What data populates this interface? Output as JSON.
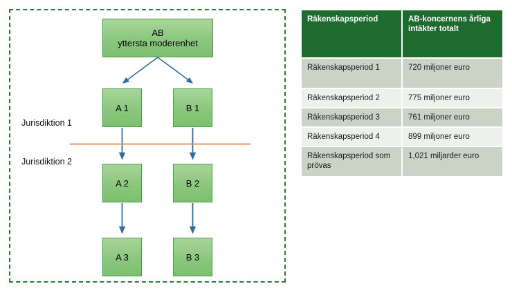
{
  "diagram": {
    "boundary_label": "jurisdiction-group-boundary",
    "nodes": [
      {
        "id": "ab",
        "line1": "AB",
        "line2": "yttersta moderenhet"
      },
      {
        "id": "a1",
        "line1": "A 1",
        "line2": ""
      },
      {
        "id": "b1",
        "line1": "B 1",
        "line2": ""
      },
      {
        "id": "a2",
        "line1": "A 2",
        "line2": ""
      },
      {
        "id": "b2",
        "line1": "B 2",
        "line2": ""
      },
      {
        "id": "a3",
        "line1": "A 3",
        "line2": ""
      },
      {
        "id": "b3",
        "line1": "B 3",
        "line2": ""
      }
    ],
    "jurisdiction_labels": [
      "Jurisdiktion 1",
      "Jurisdiktion 2"
    ],
    "colors": {
      "node_fill_top": "#A9D49A",
      "node_fill_bottom": "#7CC06E",
      "node_border": "#4E9A4E",
      "connector": "#2E6E9E",
      "boundary_dash": "#2E7D32",
      "divider_line": "#ED7D4B"
    }
  },
  "table": {
    "headers": [
      "Räkenskapsperiod",
      "AB-koncernens årliga intäkter totalt"
    ],
    "rows": [
      {
        "period": "Räkenskapsperiod 1",
        "amount": "720 miljoner euro"
      },
      {
        "period": "Räkenskapsperiod 2",
        "amount": "775 miljoner euro"
      },
      {
        "period": "Räkenskapsperiod 3",
        "amount": "761 miljoner euro"
      },
      {
        "period": "Räkenskapsperiod 4",
        "amount": "899 miljoner euro"
      },
      {
        "period": "Räkenskapsperiod som prövas",
        "amount": "1,021 miljarder euro"
      }
    ],
    "colors": {
      "header_bg": "#1E6B2E",
      "header_text": "#FFFFFF",
      "row_shade_a": "#C9D3C6",
      "row_shade_b": "#EDF1EB"
    }
  }
}
